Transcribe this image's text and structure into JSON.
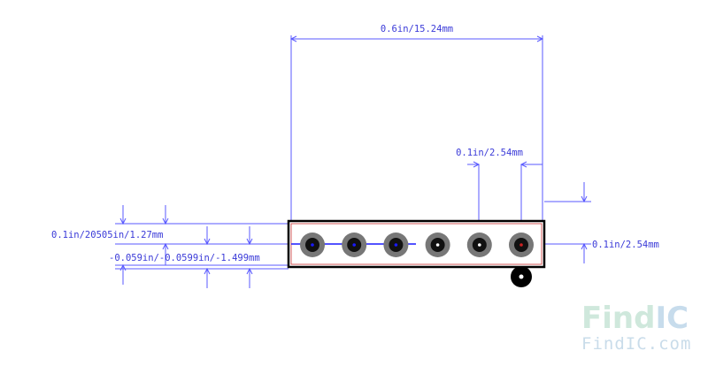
{
  "dimensions": {
    "total_width": "0.6in/15.24mm",
    "pitch_top": "0.1in/2.54mm",
    "height_right": "0.1in/2.54mm",
    "left_upper": "0.1in/20505in/1.27mm",
    "left_lower": "-0.059in/-0.0599in/-1.499mm"
  },
  "pins": [
    {
      "pad_color": "#777777",
      "hole_color": "#111111",
      "marker_color": "#1a1aff"
    },
    {
      "pad_color": "#777777",
      "hole_color": "#111111",
      "marker_color": "#1a1aff"
    },
    {
      "pad_color": "#777777",
      "hole_color": "#111111",
      "marker_color": "#1a1aff"
    },
    {
      "pad_color": "#777777",
      "hole_color": "#111111",
      "marker_color": "#ffffff"
    },
    {
      "pad_color": "#777777",
      "hole_color": "#111111",
      "marker_color": "#ffffff"
    },
    {
      "pad_color": "#777777",
      "hole_color": "#111111",
      "marker_color": "#cc2222"
    }
  ],
  "colors": {
    "dimension": "#5a5aff",
    "outline": "#000000",
    "body_edge": "#cc3333",
    "watermark_left": "#cfe8dc",
    "watermark_right": "#c7dcec"
  },
  "watermark": {
    "brand_part1": "Find",
    "brand_part2": "IC",
    "site": "FindIC.com"
  }
}
